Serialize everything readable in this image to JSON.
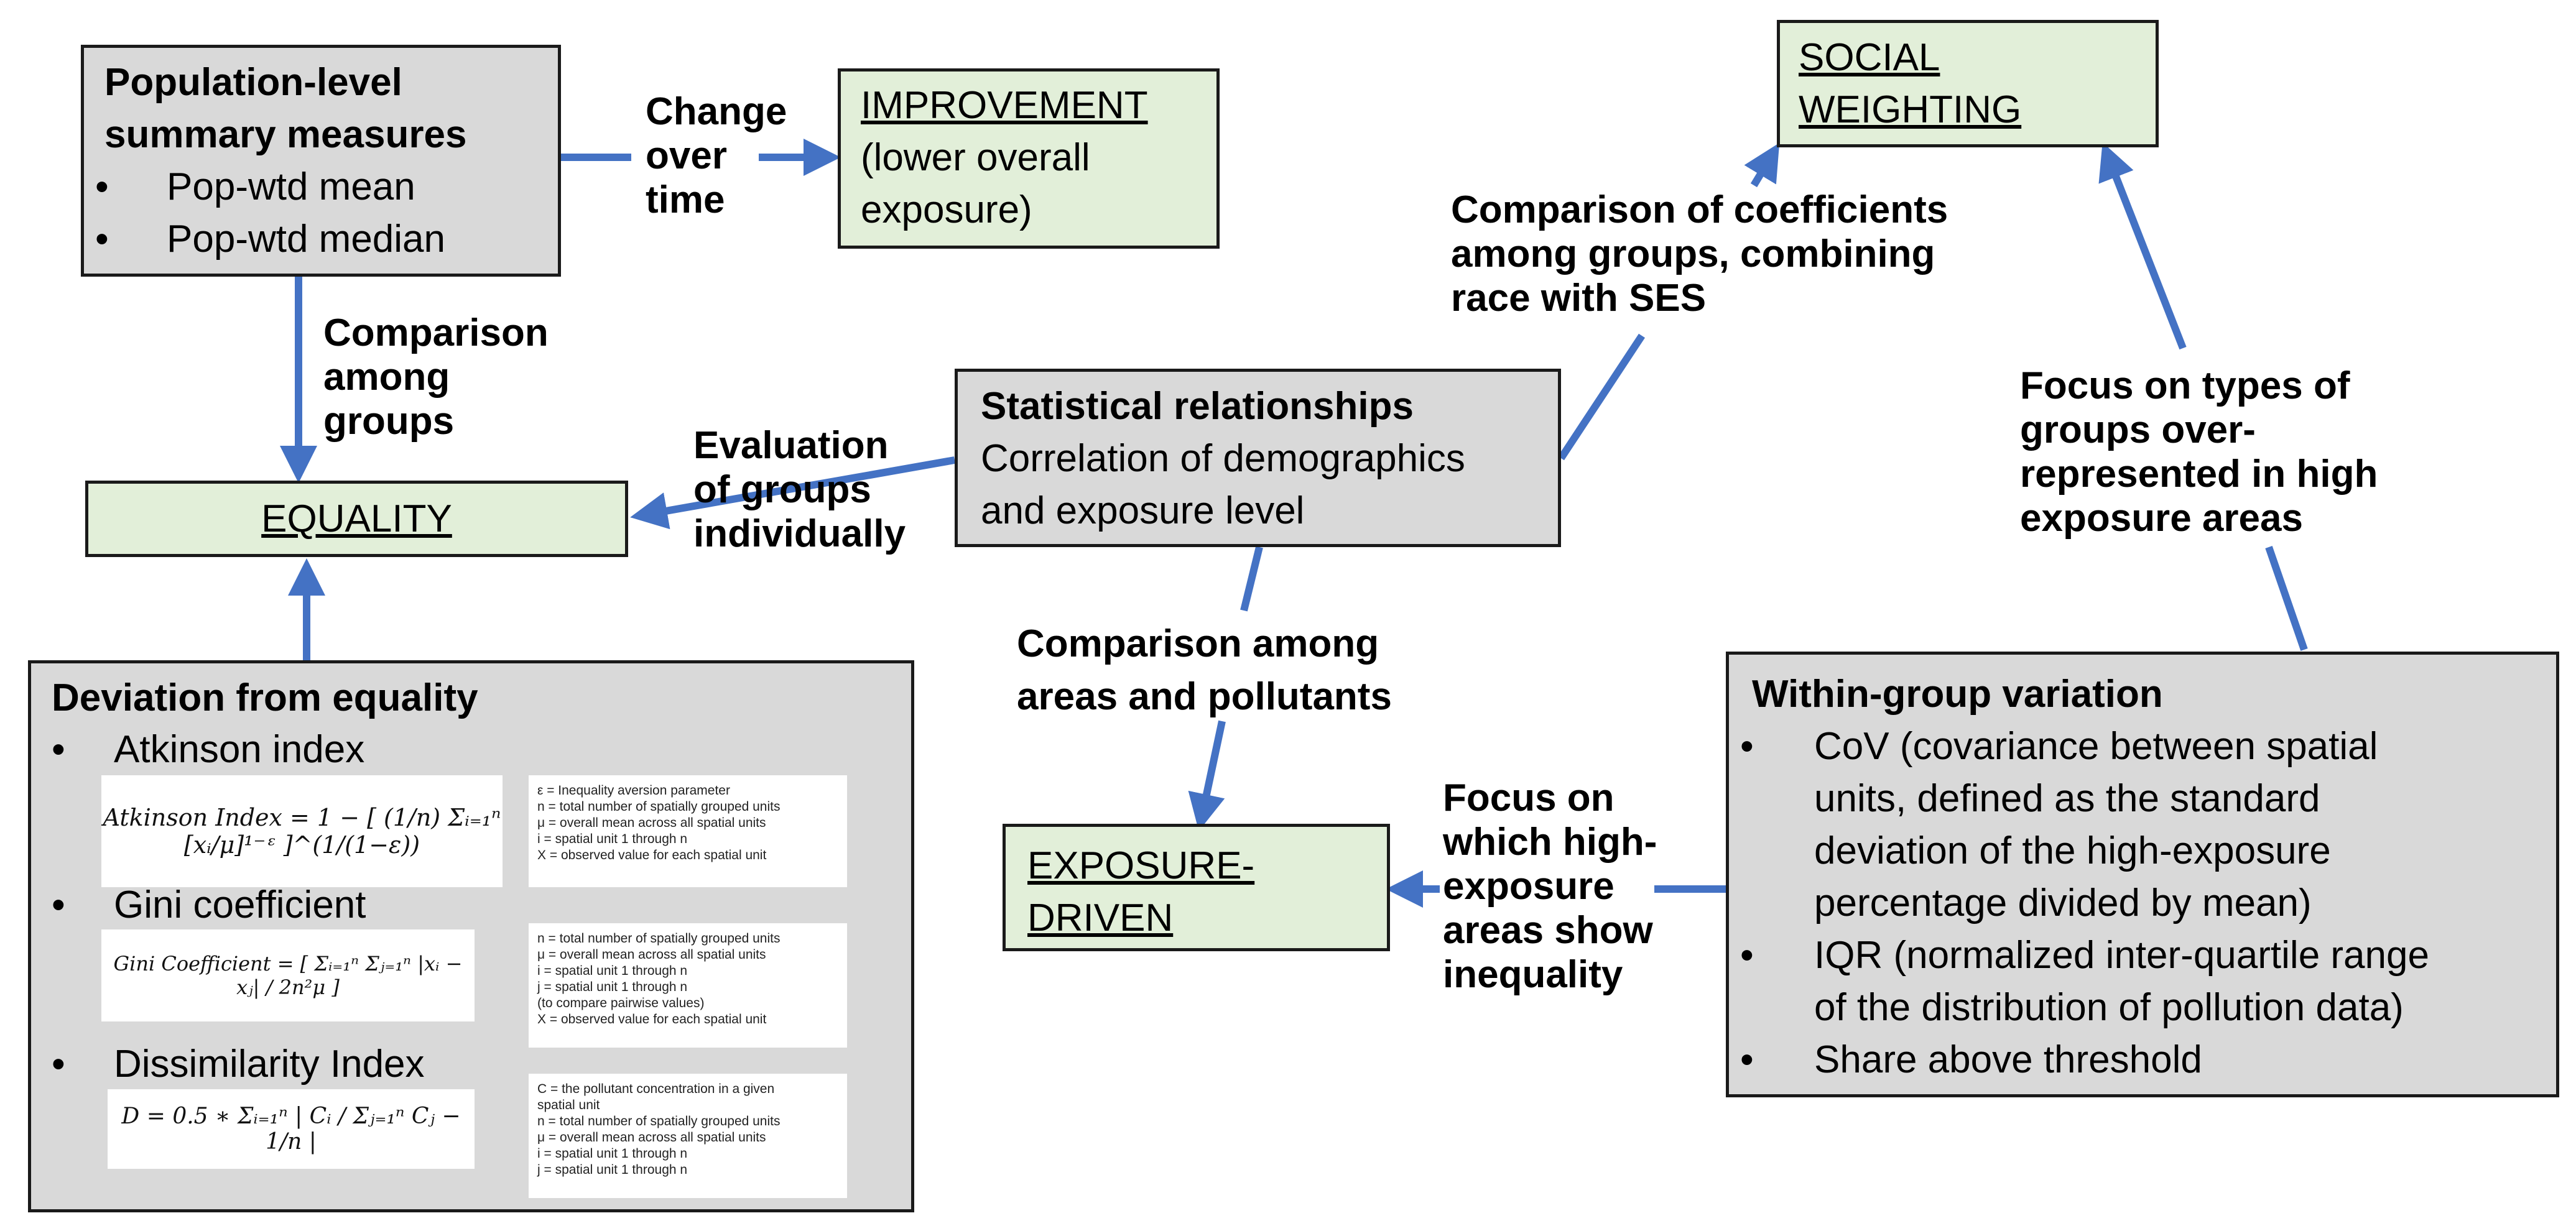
{
  "colors": {
    "gray_box": "#d9d9d9",
    "green_box": "#e2efd9",
    "arrow": "#4472c4",
    "border": "#1a1a1a"
  },
  "boxes": {
    "population": {
      "title_lines": [
        "Population-level",
        "summary measures"
      ],
      "bullets": [
        "Pop-wtd mean",
        "Pop-wtd median"
      ]
    },
    "improvement": {
      "heading": "IMPROVEMENT",
      "lines": [
        "(lower overall",
        "exposure)"
      ]
    },
    "social": {
      "lines": [
        "SOCIAL",
        "WEIGHTING"
      ]
    },
    "equality": {
      "heading": "EQUALITY"
    },
    "statistical": {
      "title": "Statistical relationships",
      "lines": [
        "Correlation of demographics",
        "and exposure level"
      ]
    },
    "exposure": {
      "lines": [
        "EXPOSURE-",
        "DRIVEN"
      ]
    },
    "within": {
      "title": "Within-group variation",
      "bullets": [
        [
          "CoV (covariance between spatial",
          "units, defined as the standard",
          "deviation of the high-exposure",
          "percentage divided by mean)"
        ],
        [
          "IQR (normalized inter-quartile range",
          "of the distribution of pollution data)"
        ],
        [
          "Share above threshold"
        ]
      ]
    },
    "deviation": {
      "title": "Deviation from equality",
      "items": [
        "Atkinson index",
        "Gini coefficient",
        "Dissimilarity Index"
      ],
      "formulas": {
        "atkinson": "Atkinson Index = 1 − [ (1/n) Σᵢ₌₁ⁿ [xᵢ/μ]¹⁻ᵋ ]^(1/(1−ε))",
        "gini": "Gini Coefficient = [ Σᵢ₌₁ⁿ Σⱼ₌₁ⁿ |xᵢ − xⱼ| / 2n²μ ]",
        "dissimilarity": "D = 0.5 ∗ Σᵢ₌₁ⁿ | Cᵢ / Σⱼ₌₁ⁿ Cⱼ − 1/n |"
      },
      "legends": {
        "atkinson": [
          "ε =   Inequality aversion parameter",
          "n = total number of spatially grouped units",
          "μ =   overall mean across all spatial units",
          "i = spatial unit 1 through n",
          "X = observed value for each spatial unit"
        ],
        "gini": [
          "n = total number of spatially grouped units",
          "μ =   overall mean across all spatial units",
          "i = spatial unit 1 through n",
          "j = spatial unit 1 through n",
          "(to compare pairwise values)",
          "X = observed value for each spatial unit"
        ],
        "dissimilarity": [
          "C = the pollutant concentration in a given",
          "spatial unit",
          "n = total number of spatially grouped units",
          "μ =   overall mean across all spatial units",
          "i = spatial unit 1 through n",
          "j = spatial unit 1 through n"
        ]
      }
    }
  },
  "labels": {
    "change_over_time": [
      "Change",
      "over",
      "time"
    ],
    "comparison_groups": [
      "Comparison",
      "among",
      "groups"
    ],
    "evaluation": [
      "Evaluation",
      "of groups",
      "individually"
    ],
    "comparison_coefficients": [
      "Comparison of coefficients",
      "among groups, combining",
      "race with SES"
    ],
    "focus_types": [
      "Focus on types of",
      "groups over-",
      "represented in high",
      "exposure areas"
    ],
    "comparison_areas": [
      "Comparison among",
      "areas and pollutants"
    ],
    "focus_high": [
      "Focus on",
      "which high-",
      "exposure",
      "areas show",
      "inequality"
    ]
  }
}
